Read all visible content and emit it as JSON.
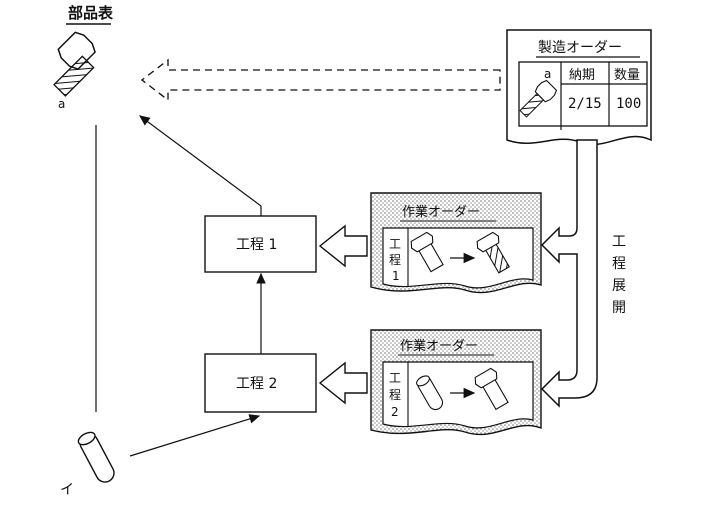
{
  "bom": {
    "title": "部品表",
    "part_top": "a",
    "part_bottom": "イ"
  },
  "manufacturing_order": {
    "title": "製造オーダー",
    "col_part": "a",
    "col_due": "納期",
    "col_qty": "数量",
    "due_value": "2/15",
    "qty_value": "100"
  },
  "process_expansion_label": [
    "工",
    "程",
    "展",
    "開"
  ],
  "processes": [
    {
      "label": "工程 1"
    },
    {
      "label": "工程 2"
    }
  ],
  "work_orders": [
    {
      "title": "作業オーダー",
      "side_label": [
        "工",
        "程",
        "1"
      ]
    },
    {
      "title": "作業オーダー",
      "side_label": [
        "工",
        "程",
        "2"
      ]
    }
  ]
}
